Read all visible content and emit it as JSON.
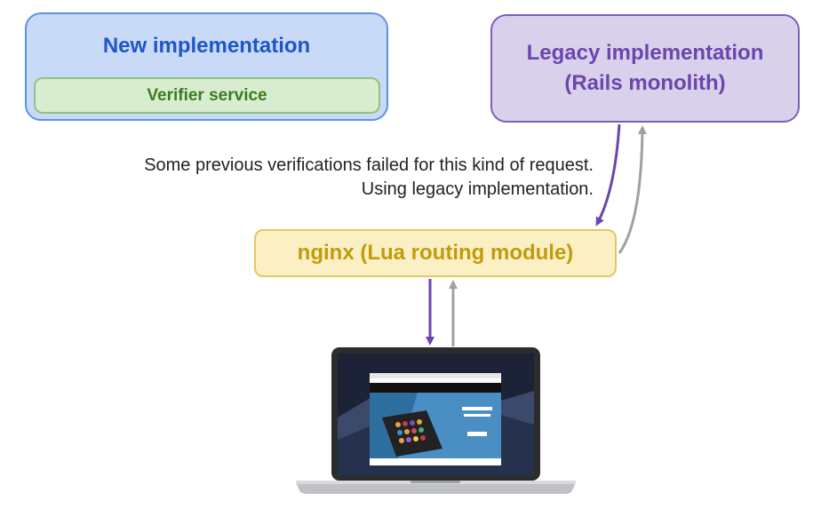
{
  "boxes": {
    "new_implementation": "New implementation",
    "verifier_service": "Verifier service",
    "legacy_line1": "Legacy implementation",
    "legacy_line2": "(Rails monolith)",
    "nginx": "nginx (Lua routing module)"
  },
  "annotation": {
    "line1": "Some previous verifications failed for this kind of request.",
    "line2": "Using legacy implementation."
  },
  "colors": {
    "request_arrow": "#6a46ad",
    "response_arrow": "#a0a0a0"
  },
  "icons": {
    "client": "laptop-icon"
  }
}
